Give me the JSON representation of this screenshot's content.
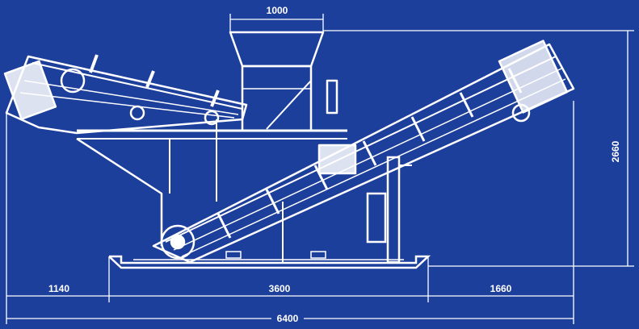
{
  "colors": {
    "background": "#1d3f9c",
    "line": "#ffffff"
  },
  "dimensions": {
    "hopper_width": "1000",
    "height": "2660",
    "left_overhang": "1140",
    "base_length": "3600",
    "right_overhang": "1660",
    "total_length": "6400"
  }
}
